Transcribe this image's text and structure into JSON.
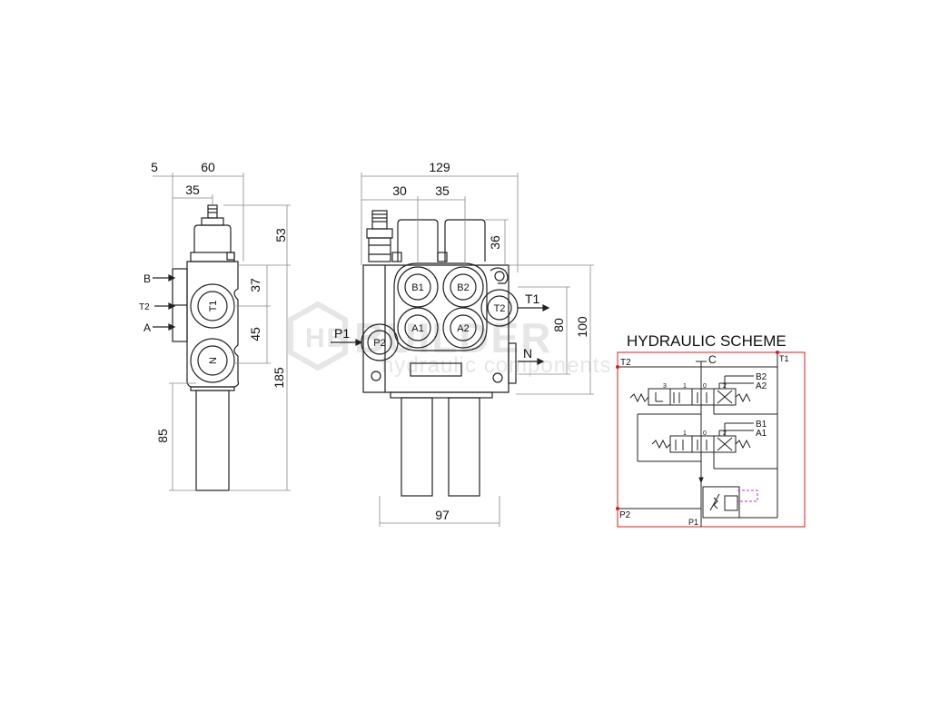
{
  "dimensions": {
    "side": {
      "d5": "5",
      "d60": "60",
      "d35": "35",
      "d53": "53",
      "d37": "37",
      "d45": "45",
      "d185": "185",
      "d85": "85"
    },
    "front": {
      "d129": "129",
      "d30": "30",
      "d35": "35",
      "d36": "36",
      "d80": "80",
      "d100": "100",
      "d97": "97"
    }
  },
  "side_labels": {
    "b": "B",
    "t2": "T2",
    "a": "A",
    "port_t1": "T1",
    "port_n": "N"
  },
  "front_labels": {
    "b1": "B1",
    "b2": "B2",
    "a1": "A1",
    "a2": "A2",
    "t2": "T2",
    "p2": "P2",
    "p1": "P1",
    "t1": "T1",
    "n": "N"
  },
  "watermark": {
    "brand": "BUILDER",
    "tagline": "hydraulic components",
    "logo": "HB"
  },
  "scheme": {
    "title": "HYDRAULIC SCHEME",
    "ports": {
      "t2": "T2",
      "c": "C",
      "t1": "T1",
      "b2": "B2",
      "a2": "A2",
      "b1": "B1",
      "a1": "A1",
      "p2": "P2",
      "p1": "P1"
    },
    "spool_marks": {
      "s1": "3",
      "s2": "1",
      "s3": "0",
      "s4": "2",
      "s5": "1",
      "s6": "0",
      "s7": "2"
    }
  },
  "colors": {
    "line": "#222222",
    "frame_red": "#d42020",
    "pilot_magenta": "#c02cc0",
    "watermark_gray": "#e6e6e6"
  }
}
